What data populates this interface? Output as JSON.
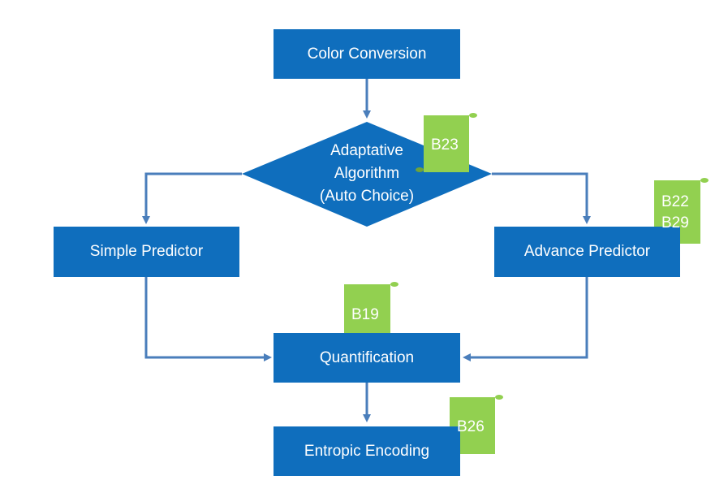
{
  "colors": {
    "box": "#0f6ebd",
    "arrow": "#4a7ebb",
    "scroll": "#92d050",
    "scroll_dark": "#6ea33a",
    "text": "#ffffff"
  },
  "nodes": {
    "color_conversion": "Color Conversion",
    "adaptive_line1": "Adaptative",
    "adaptive_line2": "Algorithm",
    "adaptive_line3": "(Auto Choice)",
    "simple_predictor": "Simple Predictor",
    "advance_predictor": "Advance Predictor",
    "quantification": "Quantification",
    "entropic_encoding": "Entropic Encoding"
  },
  "tags": {
    "b23": "B23",
    "b22": "B22",
    "b29": "B29",
    "b19": "B19",
    "b26": "B26"
  }
}
